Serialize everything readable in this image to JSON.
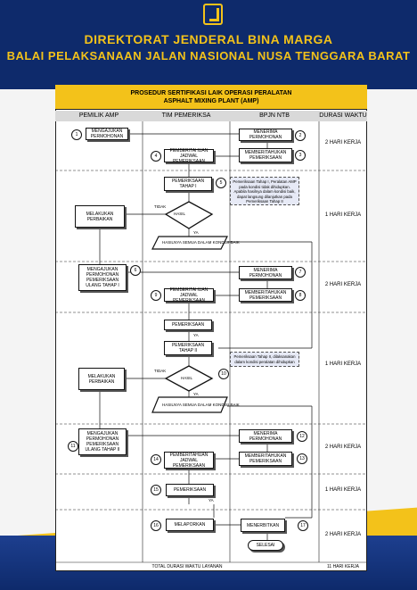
{
  "header": {
    "title1": "DIREKTORAT JENDERAL BINA MARGA",
    "title2": "BALAI PELAKSANAAN JALAN NASIONAL NUSA TENGGARA BARAT"
  },
  "panel": {
    "title_line1": "PROSEDUR SERTIFIKASI LAIK OPERASI PERALATAN",
    "title_line2": "ASPHALT MIXING PLANT (AMP)"
  },
  "columns": [
    "PEMILIK AMP",
    "TIM PEMERIKSA",
    "BPJN NTB",
    "DURASI WAKTU"
  ],
  "steps": {
    "s1": "MENGAJUKAN PERMOHONAN",
    "s2": "MENERIMA PERMOHONAN",
    "s3": "MEMBERITAHUKAN PEMERIKSAAN",
    "s4": "PEMBERITAHUAN JADWAL PEMERIKSAAN",
    "s5": "PEMERIKSAAN TAHAP I",
    "hasil1": "HASIL",
    "perbaikan1": "MELAKUKAN PERBAIKAN",
    "baik1": "HASILNYA SEMUA DALAM KONDISI BAIK",
    "s6": "MENGAJUKAN PERMOHONAN PEMERIKSAAN ULANG TAHAP I",
    "s7": "MENERIMA PERMOHONAN",
    "s8": "MEMBERITAHUKAN PEMERIKSAAN",
    "s9": "PEMBERITAHUAN JADWAL PEMERIKSAAN",
    "s_periksa": "PEMERIKSAAN",
    "s_tahap2": "PEMERIKSAAN TAHAP II",
    "hasil2": "HASIL",
    "perbaikan2": "MELAKUKAN PERBAIKAN",
    "baik2": "HASILNYA SEMUA DALAM KONDISI BAIK",
    "s11": "MENGAJUKAN PERMOHONAN PEMERIKSAAN ULANG TAHAP II",
    "s12": "MENERIMA PERMOHONAN",
    "s13": "MEMBERITAHUKAN PEMERIKSAAN",
    "s14": "PEMBERITAHUAN JADWAL PEMERIKSAAN",
    "s15": "PEMERIKSAAN",
    "s16": "MELAPORKAN",
    "s17": "MENERBITKAN",
    "selesai": "SELESAI"
  },
  "notes": {
    "n1": "Pemeriksaan Tahap I, Peralatan AMP pada kondisi tidak dihidupkan. Apabila hasilnya dalam kondisi baik, dapat langsung dilanjutkan pada Pemeriksaan Tahap II",
    "n2": "Pemeriksaan Tahap II, dilaksanakan dalam kondisi peralatan dihidupkan"
  },
  "labels": {
    "tidak": "TIDAK",
    "ya": "YA"
  },
  "numbers": [
    "1",
    "2",
    "3",
    "4",
    "5",
    "6",
    "7",
    "8",
    "9",
    "10",
    "11",
    "12",
    "13",
    "14",
    "15",
    "16",
    "17"
  ],
  "durations": [
    "2 HARI KERJA",
    "1 HARI KERJA",
    "2 HARI KERJA",
    "1 HARI KERJA",
    "2 HARI KERJA",
    "1 HARI KERJA",
    "2 HARI KERJA"
  ],
  "footer": {
    "label": "TOTAL DURASI WAKTU LAYANAN",
    "value": "11 HARI KERJA"
  }
}
